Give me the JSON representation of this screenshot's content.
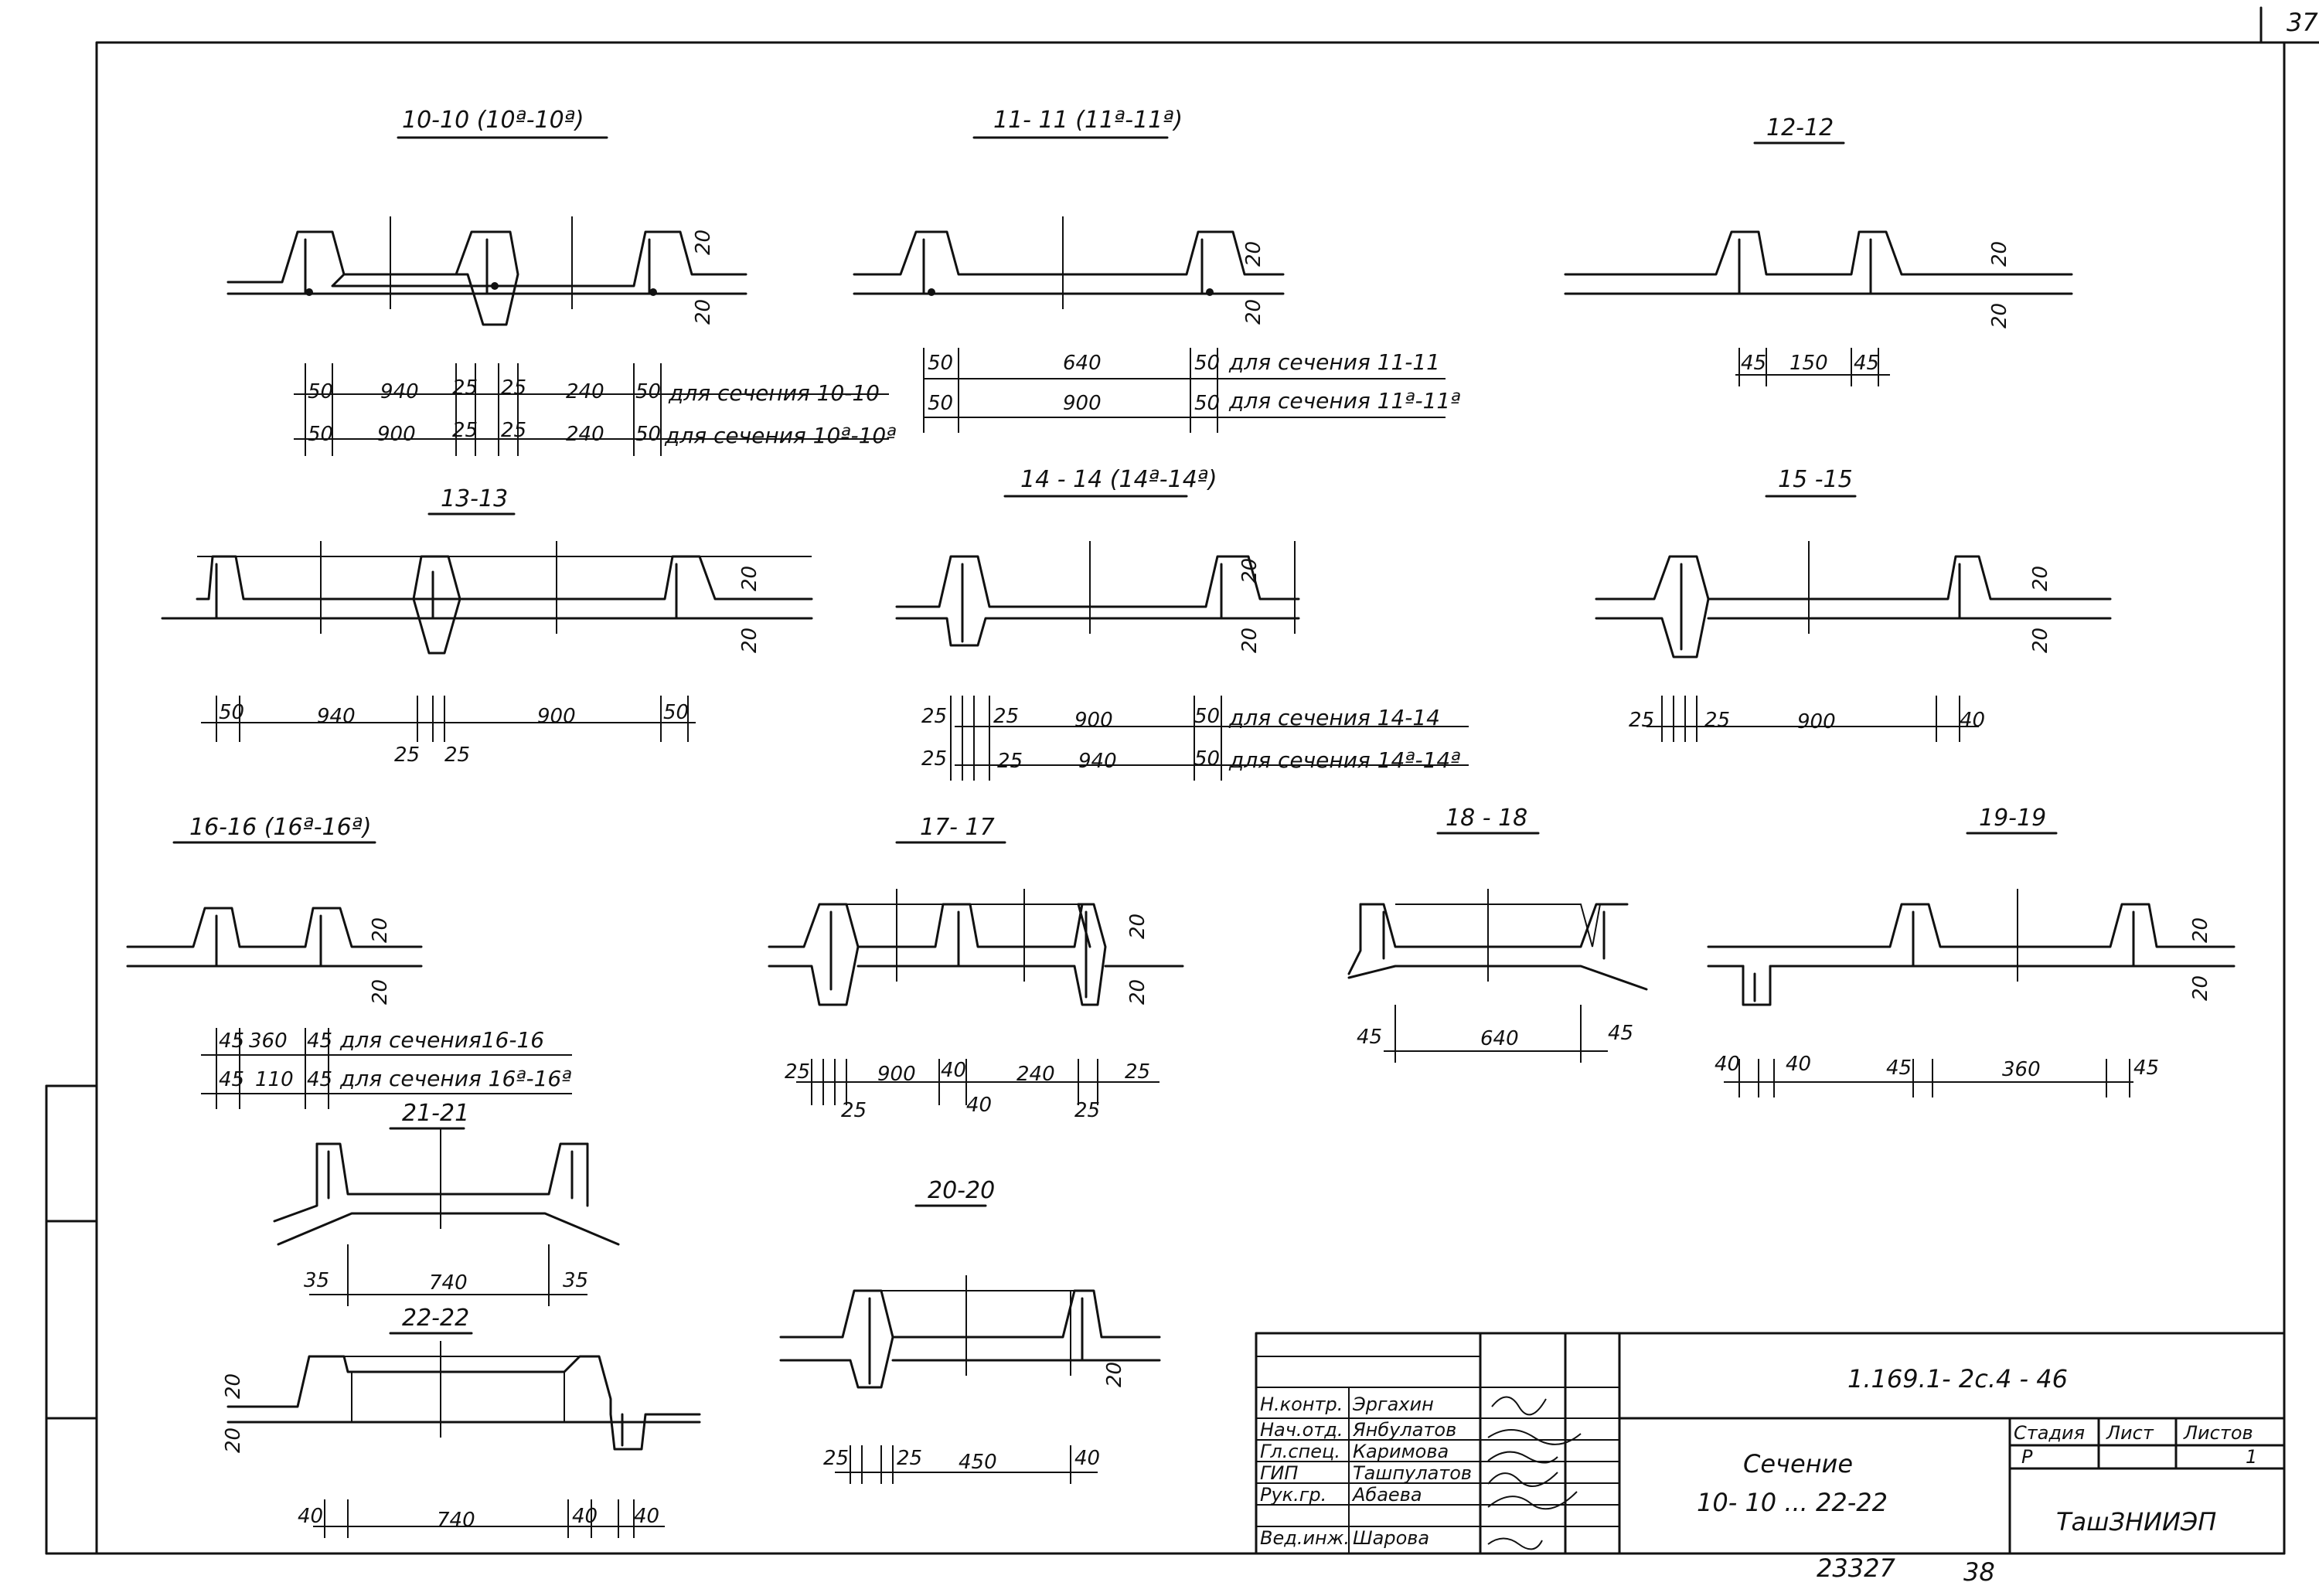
{
  "page_number": "37",
  "sections": {
    "s10": {
      "title": "10-10 (10ª-10ª)",
      "dims_a": [
        "50",
        "940",
        "25",
        "25",
        "240",
        "50"
      ],
      "dims_b": [
        "50",
        "900",
        "25",
        "25",
        "240",
        "50"
      ],
      "note_a": "для сечения 10-10",
      "note_b": "для сечения 10ª-10ª",
      "h1": "20",
      "h2": "20"
    },
    "s11": {
      "title": "11- 11 (11ª-11ª)",
      "dims_a": [
        "50",
        "640",
        "50"
      ],
      "dims_b": [
        "50",
        "900",
        "50"
      ],
      "note_a": "для сечения 11-11",
      "note_b": "для сечения 11ª-11ª",
      "h1": "20",
      "h2": "20"
    },
    "s12": {
      "title": "12-12",
      "dims": [
        "45",
        "150",
        "45"
      ],
      "h1": "20",
      "h2": "20"
    },
    "s13": {
      "title": "13-13",
      "dims": [
        "50",
        "940",
        "900",
        "50"
      ],
      "dims_low": [
        "25",
        "25"
      ],
      "h1": "20",
      "h2": "20"
    },
    "s14": {
      "title": "14 - 14 (14ª-14ª)",
      "dims_a": [
        "25",
        "25",
        "900",
        "50"
      ],
      "dims_b": [
        "25",
        "25",
        "940",
        "50"
      ],
      "note_a": "для сечения 14-14",
      "note_b": "для сечения 14ª-14ª",
      "h1": "20",
      "h2": "20"
    },
    "s15": {
      "title": "15 -15",
      "dims": [
        "25",
        "25",
        "900",
        "40"
      ],
      "h1": "20",
      "h2": "20"
    },
    "s16": {
      "title": "16-16 (16ª-16ª)",
      "dims_a": [
        "45",
        "360",
        "45"
      ],
      "dims_b": [
        "45",
        "110",
        "45"
      ],
      "note_a": "для сечения16-16",
      "note_b": "для сечения 16ª-16ª",
      "h1": "20",
      "h2": "20"
    },
    "s17": {
      "title": "17- 17",
      "dims": [
        "25",
        "900",
        "40",
        "240",
        "25"
      ],
      "dims_low": [
        "25",
        "40",
        "25"
      ],
      "h1": "20",
      "h2": "20"
    },
    "s18": {
      "title": "18 - 18",
      "dims": [
        "45",
        "640",
        "45"
      ]
    },
    "s19": {
      "title": "19-19",
      "dims": [
        "40",
        "40",
        "45",
        "360",
        "45"
      ],
      "h1": "20",
      "h2": "20"
    },
    "s20": {
      "title": "20-20",
      "dims": [
        "25",
        "25",
        "450",
        "40"
      ],
      "h1": "20"
    },
    "s21": {
      "title": "21-21",
      "dims": [
        "35",
        "740",
        "35"
      ]
    },
    "s22": {
      "title": "22-22",
      "dims": [
        "40",
        "740",
        "40",
        "40"
      ],
      "h1": "20",
      "h2": "20"
    }
  },
  "stamp": {
    "doc_code": "1.169.1- 2с.4 - 46",
    "title_line1": "Сечение",
    "title_line2": "10- 10 ... 22-22",
    "stage_header": "Стадия",
    "sheet_header": "Лист",
    "sheets_header": "Листов",
    "stage_value": "Р",
    "sheet_value": "",
    "sheets_value": "1",
    "org": "ТашЗНИИЭП",
    "roles": [
      "Н.контр.",
      "Нач.отд.",
      "Гл.спец.",
      "ГИП",
      "Рук.гр.",
      "Вед.инж."
    ],
    "names": [
      "Эргахин",
      "Янбулатов",
      "Каримова",
      "Ташпулатов",
      "Абаева",
      "Шарова"
    ]
  },
  "bottom_numbers": {
    "inv": "23327",
    "page": "38"
  }
}
